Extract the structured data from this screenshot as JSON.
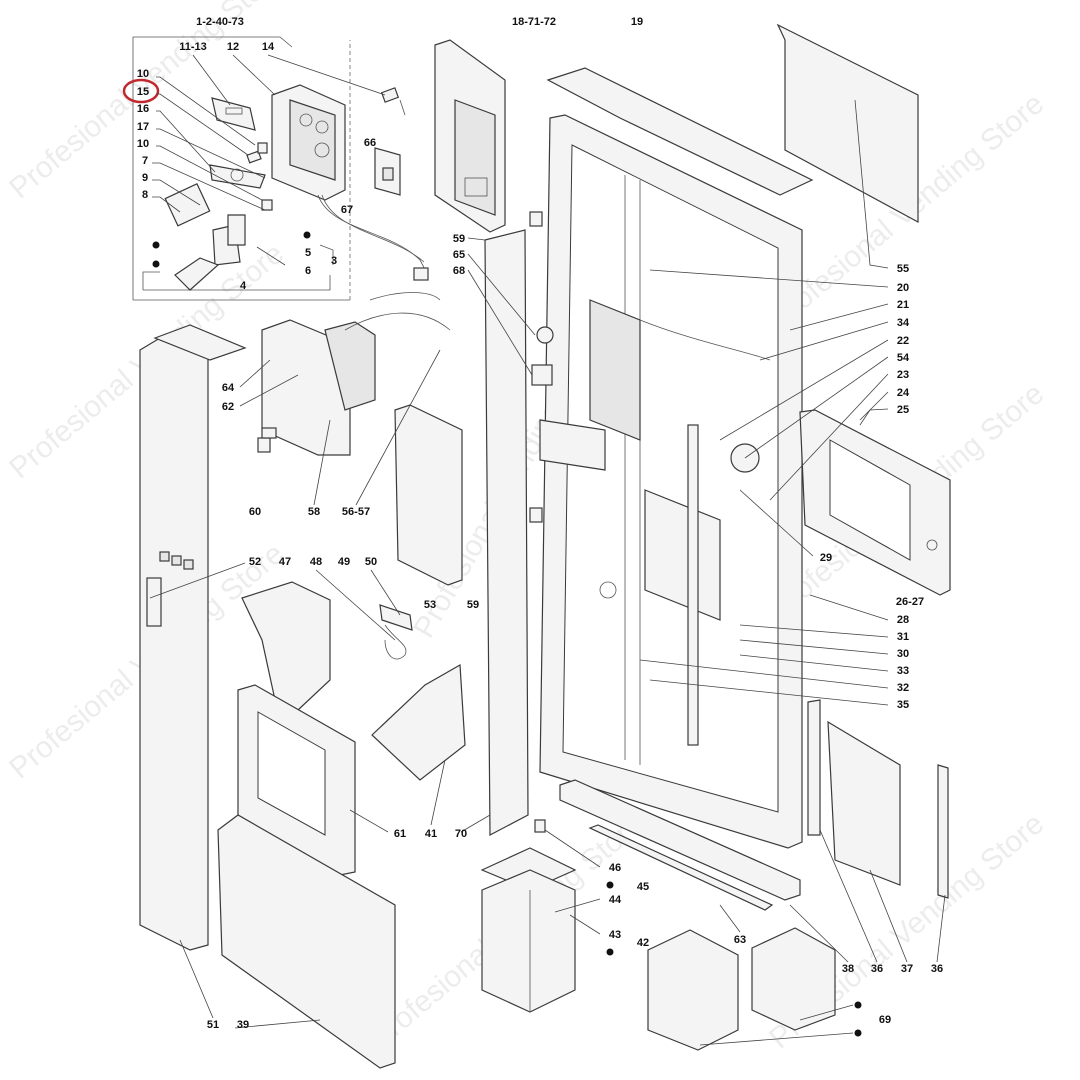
{
  "watermark": "Profesional Vending Store",
  "highlight_color": "#c0282d",
  "highlighted_label": "15",
  "labels": [
    "1-2-40-73",
    "11-13",
    "12",
    "14",
    "10",
    "15",
    "16",
    "17",
    "10",
    "7",
    "9",
    "8",
    "5",
    "3",
    "6",
    "4",
    "66",
    "67",
    "18-71-72",
    "19",
    "55",
    "20",
    "21",
    "34",
    "22",
    "54",
    "23",
    "24",
    "25",
    "59",
    "65",
    "68",
    "64",
    "62",
    "60",
    "58",
    "56-57",
    "29",
    "26-27",
    "28",
    "31",
    "30",
    "33",
    "32",
    "35",
    "52",
    "47",
    "48",
    "49",
    "50",
    "53",
    "59",
    "61",
    "41",
    "70",
    "46",
    "45",
    "44",
    "43",
    "42",
    "63",
    "38",
    "36",
    "37",
    "36",
    "69",
    "51",
    "39"
  ]
}
